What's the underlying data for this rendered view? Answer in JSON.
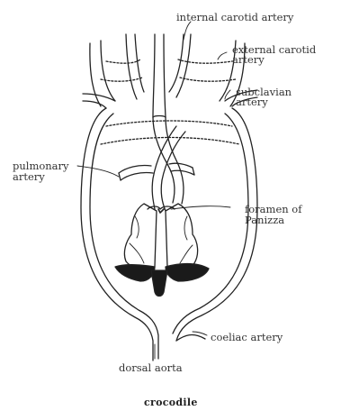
{
  "labels": {
    "internal_carotid": "internal carotid artery",
    "external_carotid_1": "external carotid",
    "external_carotid_2": "artery",
    "subclavian_1": "subclavian",
    "subclavian_2": "artery",
    "pulmonary_1": "pulmonary",
    "pulmonary_2": "artery",
    "foramen_1": "foramen of",
    "foramen_2": "Panizza",
    "coeliac": "coeliac artery",
    "dorsal_aorta": "dorsal aorta"
  },
  "caption": "crocodile"
}
